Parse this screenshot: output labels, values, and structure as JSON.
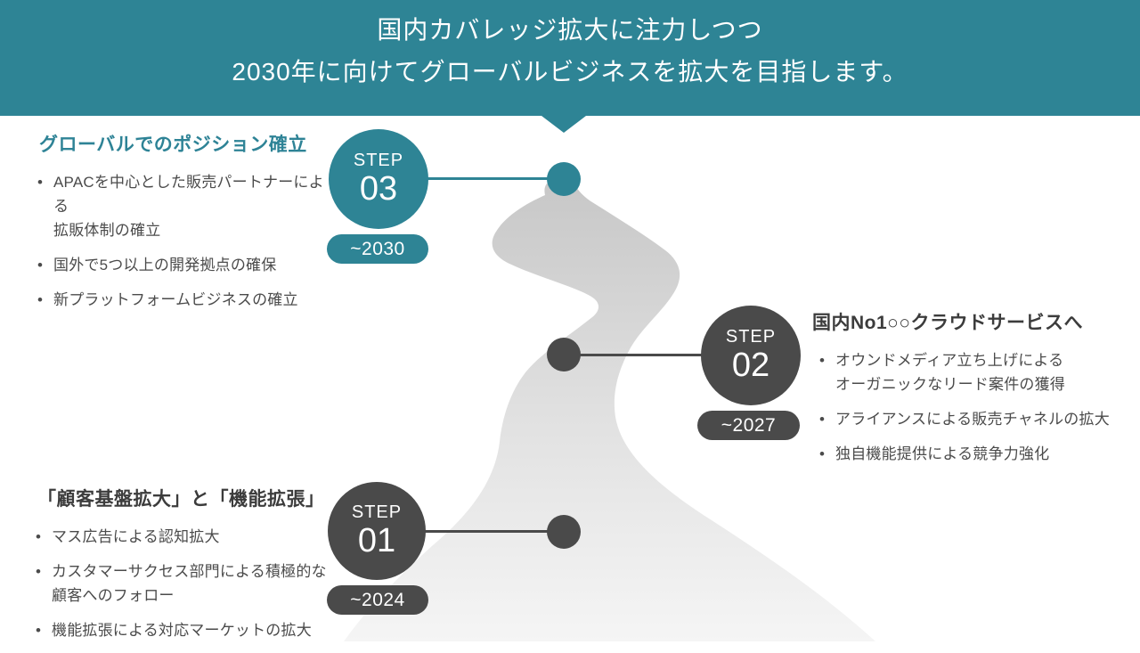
{
  "slide": {
    "title_lines": [
      "国内カバレッジ拡大に注力しつつ",
      "2030年に向けてグローバルビジネスを拡大を目指します。"
    ]
  },
  "colors": {
    "teal": "#2E8495",
    "dark_gray": "#4A4A4A",
    "road_top": "#C6C6C6",
    "road_bottom": "#F5F5F5"
  },
  "steps": [
    {
      "label": "STEP",
      "number": "01",
      "period": "~2024",
      "heading": "「顧客基盤拡大」と「機能拡張」",
      "bullets": [
        [
          "マス広告による認知拡大"
        ],
        [
          "カスタマーサクセス部門による積極的な",
          "顧客へのフォロー"
        ],
        [
          "機能拡張による対応マーケットの拡大"
        ]
      ]
    },
    {
      "label": "STEP",
      "number": "02",
      "period": "~2027",
      "heading": "国内No1○○クラウドサービスへ",
      "bullets": [
        [
          "オウンドメディア立ち上げによる",
          "オーガニックなリード案件の獲得"
        ],
        [
          "アライアンスによる販売チャネルの拡大"
        ],
        [
          "独自機能提供による競争力強化"
        ]
      ]
    },
    {
      "label": "STEP",
      "number": "03",
      "period": "~2030",
      "heading": "グローバルでのポジション確立",
      "bullets": [
        [
          "APACを中心とした販売パートナーによる",
          "拡販体制の確立"
        ],
        [
          "国外で5つ以上の開発拠点の確保"
        ],
        [
          "新プラットフォームビジネスの確立"
        ]
      ]
    }
  ]
}
